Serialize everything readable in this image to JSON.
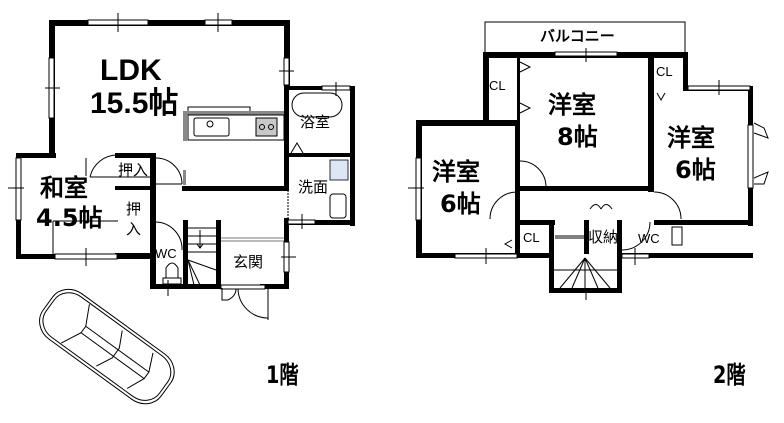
{
  "floor1": {
    "label": "1階",
    "rooms": {
      "ldk_name": "LDK",
      "ldk_size": "15.5帖",
      "washitsu_name": "和室",
      "washitsu_size": "4.5帖",
      "oshiire_top": "押入",
      "oshiire_side_1": "押",
      "oshiire_side_2": "入",
      "bath": "浴室",
      "washroom": "洗面",
      "wc": "WC",
      "entrance": "玄関"
    },
    "fixtures": [
      "kitchen-counter",
      "sink",
      "stove",
      "bathtub",
      "washing-machine",
      "toilet",
      "stairs",
      "car"
    ]
  },
  "floor2": {
    "label": "2階",
    "rooms": {
      "balcony": "バルコニー",
      "closet_label": "CL",
      "western_8_name": "洋室",
      "western_8_size": "8帖",
      "western_6r_name": "洋室",
      "western_6r_size": "6帖",
      "western_6l_name": "洋室",
      "western_6l_size": "6帖",
      "storage": "収納",
      "wc": "WC"
    }
  },
  "colors": {
    "wall": "#000000",
    "kitchen_shade": "#888888",
    "stove": "#c8c8c8",
    "washer": "#dde6f5",
    "background": "#ffffff"
  }
}
